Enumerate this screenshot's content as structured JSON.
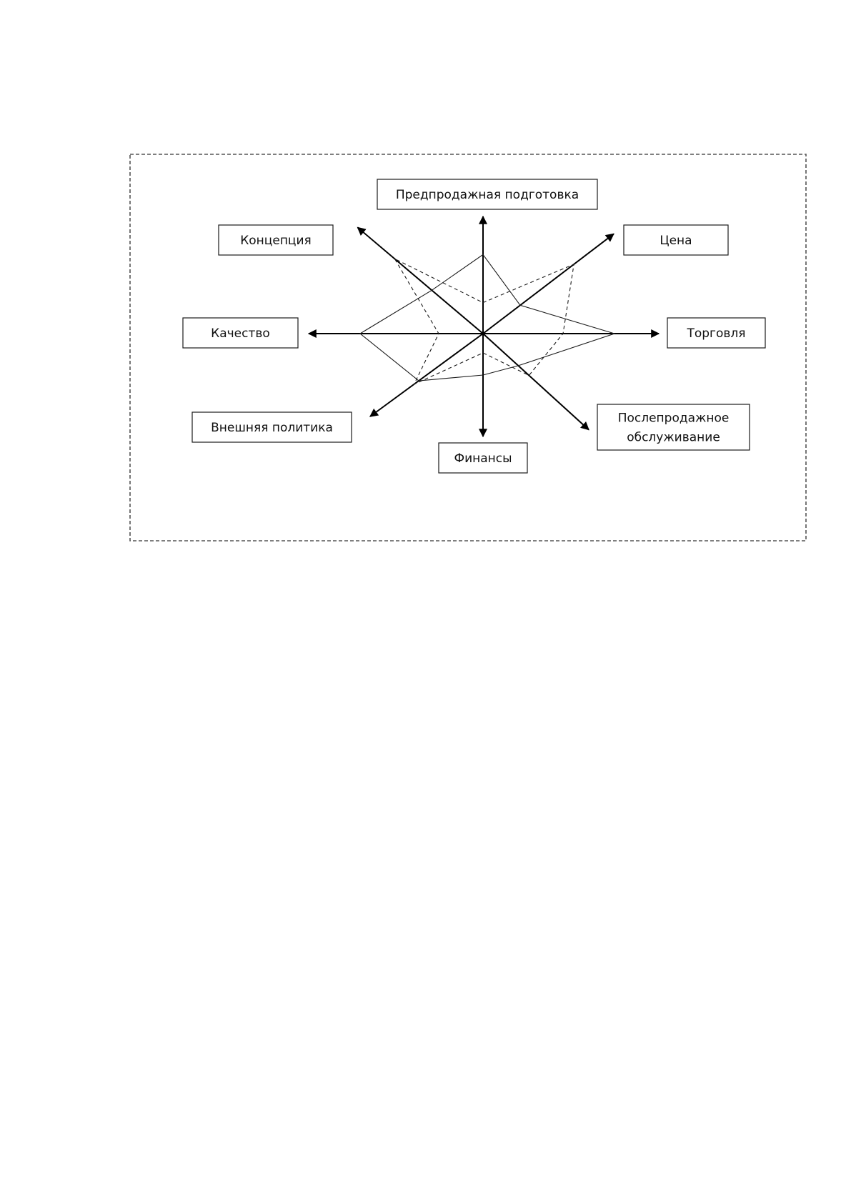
{
  "chart_data": {
    "type": "radar",
    "title": "",
    "grid": false,
    "legend": "none",
    "axes": [
      {
        "label": "Предпродажная подготовка",
        "lines": [
          "Предпродажная подготовка"
        ]
      },
      {
        "label": "Цена",
        "lines": [
          "Цена"
        ]
      },
      {
        "label": "Торговля",
        "lines": [
          "Торговля"
        ]
      },
      {
        "label": "Послепродажное обслуживание",
        "lines": [
          "Послепродажное",
          "обслуживание"
        ]
      },
      {
        "label": "Финансы",
        "lines": [
          "Финансы"
        ]
      },
      {
        "label": "Внешняя политика",
        "lines": [
          "Внешняя политика"
        ]
      },
      {
        "label": "Качество",
        "lines": [
          "Качество"
        ]
      },
      {
        "label": "Концепция",
        "lines": [
          "Концепция"
        ]
      }
    ],
    "range": [
      0,
      1
    ],
    "series": [
      {
        "style": "solid",
        "values": [
          0.79,
          0.38,
          0.92,
          0.33,
          0.58,
          0.68,
          0.86,
          0.47
        ]
      },
      {
        "style": "dashed",
        "values": [
          0.31,
          0.93,
          0.56,
          0.43,
          0.27,
          0.73,
          0.31,
          0.81
        ]
      }
    ],
    "colors": {
      "line": "#1a1a1a",
      "axis": "#000000",
      "frame": "#555555"
    }
  }
}
